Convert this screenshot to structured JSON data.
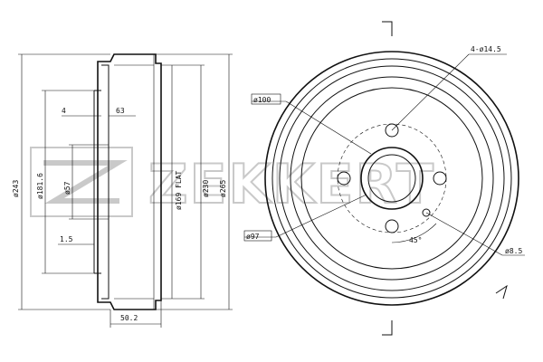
{
  "watermark": {
    "text": "ZEKKERT"
  },
  "side_view": {
    "dims": {
      "d243": "ø243",
      "d181": "ø181.6",
      "d57": "ø57",
      "d4": "4",
      "d63": "63",
      "d15": "1.5",
      "d169": "ø169 FLAT",
      "d230": "ø230",
      "d265": "ø265",
      "d502": "50.2"
    }
  },
  "front_view": {
    "dims": {
      "holes": "4-ø14.5",
      "pcd": "ø100",
      "hub": "ø97",
      "small_hole": "ø8.5",
      "angle": "45°"
    }
  }
}
